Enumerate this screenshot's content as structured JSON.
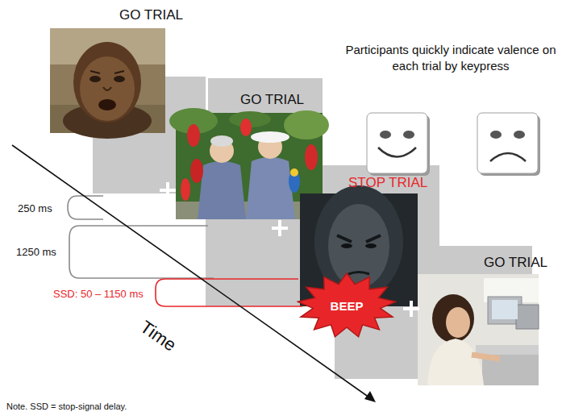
{
  "diagram": {
    "caption": "Note. SSD = stop-signal delay.",
    "nodes": [
      {
        "text": [
          "GO TRIAL"
        ]
      },
      {
        "text": [
          "GO TRIAL"
        ]
      },
      {
        "text": [
          "STOP TRIAL"
        ]
      },
      {
        "text": [
          "GO TRIAL"
        ]
      },
      {
        "text": [
          "BEEP"
        ]
      }
    ],
    "labels": [
      "Participants quickly indicate valence on each trial by keypress",
      "250 ms",
      "1250 ms",
      "SSD: 50 – 1150 ms",
      "Time"
    ]
  }
}
